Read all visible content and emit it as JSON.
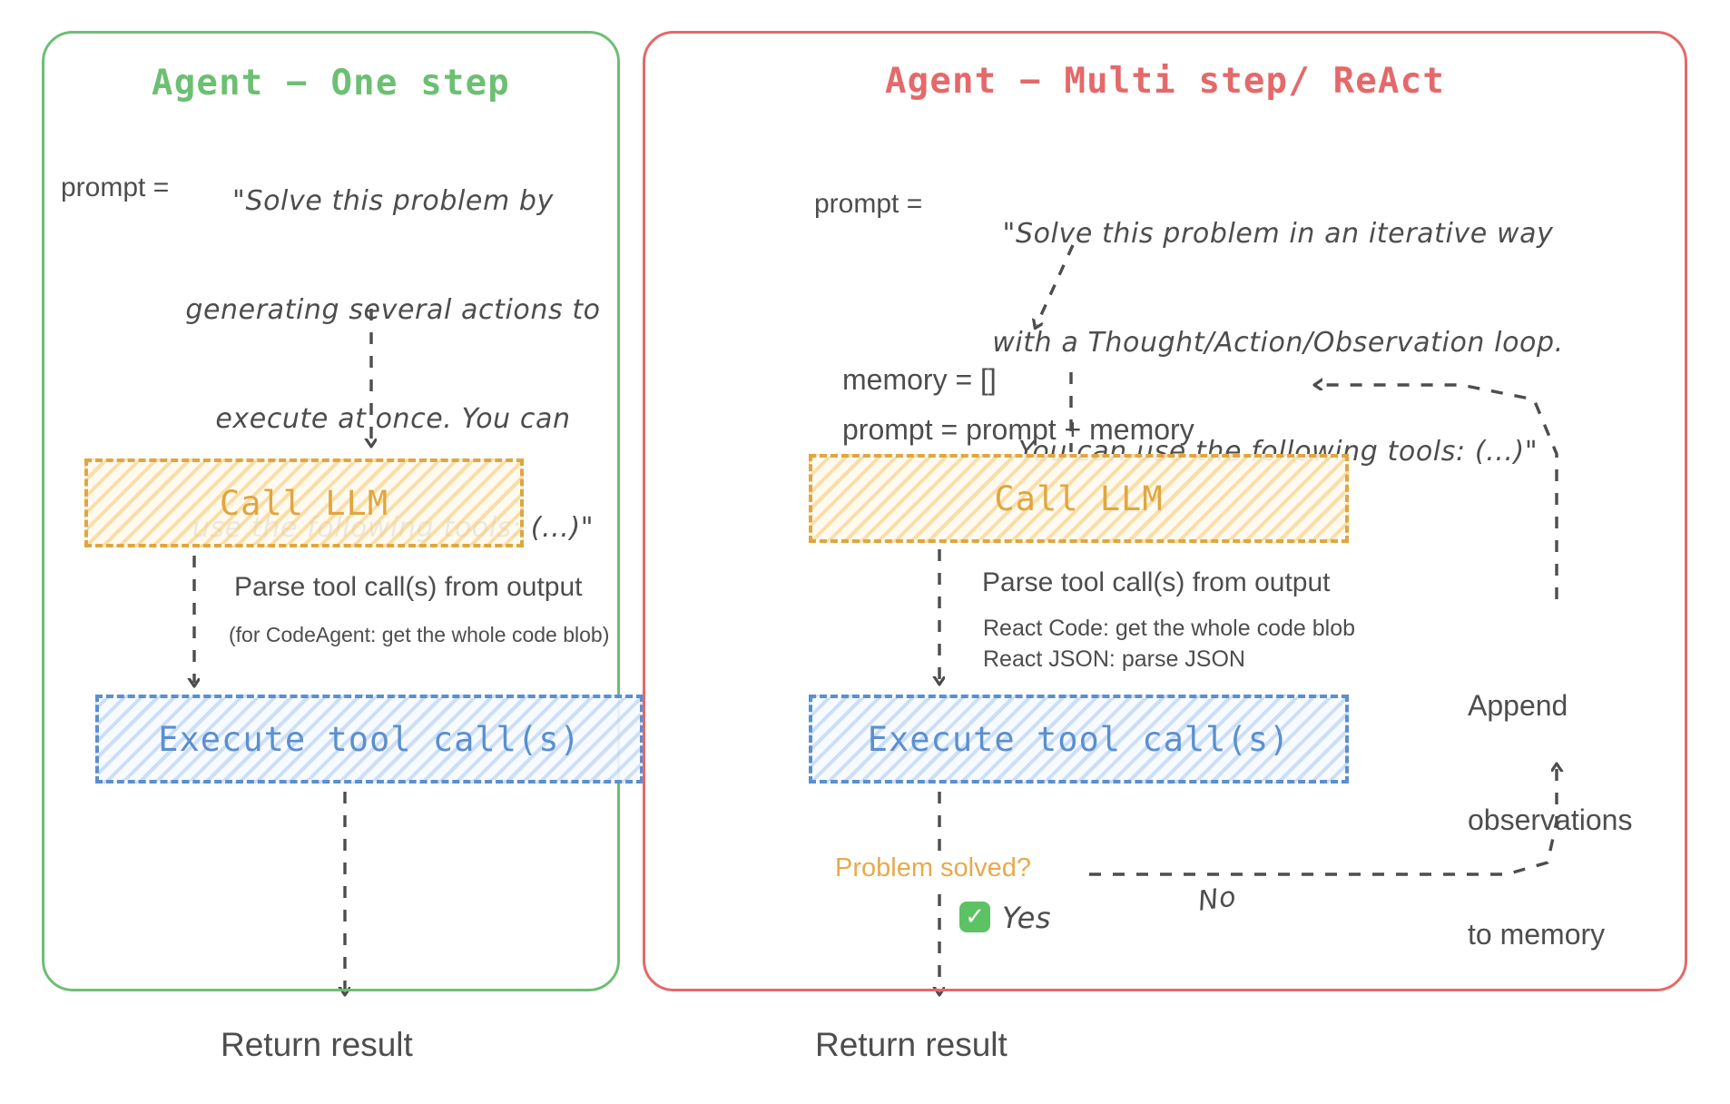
{
  "colors": {
    "green": "#6cbf73",
    "red": "#e4696a",
    "orange": "#e0a63f",
    "blue": "#5b8fd0",
    "gray": "#4d4d4d",
    "check_green": "#5dc264"
  },
  "panels": {
    "one_step": {
      "title": "Agent − One step",
      "prompt_label": "prompt =",
      "prompt_line1": "\"Solve this problem by",
      "prompt_line2": "generating several actions to",
      "prompt_line3": "execute at once. You can",
      "prompt_line4": "use the following tools: (...)\"",
      "llm_box": "Call LLM",
      "parse_main": "Parse tool call(s) from output",
      "parse_sub1": "(for CodeAgent: get the whole code blob)",
      "exec_box": "Execute tool call(s)",
      "return": "Return result"
    },
    "multi_step": {
      "title": "Agent − Multi step/ ReAct",
      "prompt_label": "prompt =",
      "prompt_line1": "\"Solve this problem in an iterative way",
      "prompt_line2": "with a Thought/Action/Observation loop.",
      "prompt_line3": "You can use the following tools: (...)\"",
      "memory_init": "memory = []",
      "prompt_update": "prompt = prompt + memory",
      "llm_box": "Call LLM",
      "parse_main": "Parse tool call(s) from output",
      "parse_sub1": "React Code: get the whole code blob",
      "parse_sub2": "React JSON: parse JSON",
      "exec_box": "Execute tool call(s)",
      "decision": "Problem solved?",
      "yes_label": "Yes",
      "yes_icon": "check-mark",
      "no_label": "No",
      "append_line1": "Append",
      "append_line2": "observations",
      "append_line3": "to memory",
      "return": "Return result"
    }
  }
}
